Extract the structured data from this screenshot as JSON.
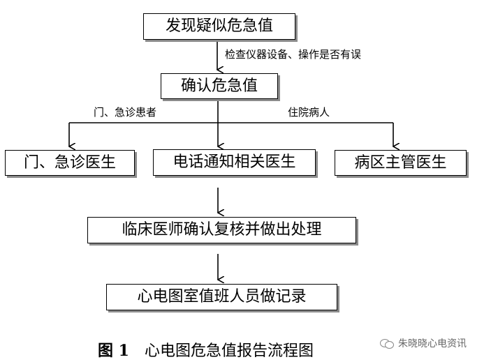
{
  "nodes": {
    "discover": "发现疑似危急值",
    "confirm": "确认危急值",
    "emergency_doctor": "门、急诊医生",
    "phone_notify": "电话通知相关医生",
    "ward_doctor": "病区主管医生",
    "review": "临床医师确认复核并做出处理",
    "record": "心电图室值班人员做记录"
  },
  "edge_labels": {
    "check": "检查仪器设备、操作是否有误",
    "outpatient": "门、急诊患者",
    "inpatient": "住院病人"
  },
  "caption": {
    "figure_no": "图 1",
    "title": "心电图危急值报告流程图"
  },
  "watermark": {
    "text": "朱晓晓心电资讯"
  }
}
